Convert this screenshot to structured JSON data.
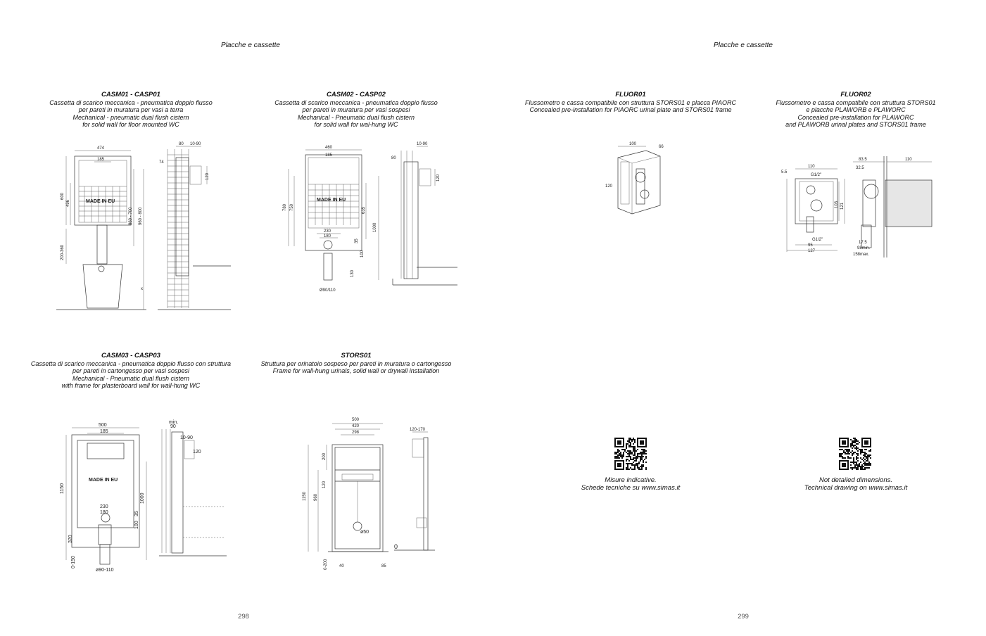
{
  "headers": {
    "left": "Placche e cassette",
    "right": "Placche e cassette"
  },
  "pages": {
    "left": "298",
    "right": "299"
  },
  "products": [
    {
      "code": "CASM01 - CASP01",
      "lines": [
        "Cassetta di scarico meccanica - pneumatica doppio flusso",
        "per pareti in muratura per vasi a terra",
        "Mechanical - pneumatic dual flush cistern",
        "for solid wall for floor mounted WC"
      ]
    },
    {
      "code": "CASM02 - CASP02",
      "lines": [
        "Cassetta di scarico meccanica - pneumatica doppio flusso",
        "per pareti in muratura per vasi sospesi",
        "Mechanical - Pneumatic dual flush cistern",
        "for solid wall for wal-hung WC"
      ]
    },
    {
      "code": "FLUOR01",
      "lines": [
        "Flussometro e cassa compatibile con struttura STORS01 e placca PIAORC",
        "Concealed pre-installation for PIAORC urinal plate and STORS01 frame"
      ]
    },
    {
      "code": "FLUOR02",
      "lines": [
        "Flussometro e cassa compatibile con struttura STORS01",
        "e placche PLAWORB e PLAWORC",
        "Concealed pre-installation for PLAWORC",
        "and PLAWORB urinal plates and STORS01 frame"
      ]
    },
    {
      "code": "CASM03 - CASP03",
      "lines": [
        "Cassetta di scarico meccanica - pneumatica doppio flusso con struttura",
        "per pareti in cartongesso per vasi sospesi",
        "Mechanical - Pneumatic dual flush cistern",
        "with frame for plasterboard wall for wall-hung WC"
      ]
    },
    {
      "code": "STORS01",
      "lines": [
        "Struttura per orinatoio sospeso per pareti in muratura o cartongesso",
        "Frame for wall-hung urinals, solid wall or drywall installation"
      ]
    }
  ],
  "drawings": {
    "casm01": {
      "w": "474",
      "a": "185",
      "h1": "600",
      "h2": "496",
      "h3": "860 - 700",
      "h4": "960 - 800",
      "h5": "200-360",
      "x": "x",
      "s1": "80",
      "s2": "10-90",
      "s3": "74",
      "s4": "120",
      "mark": "MADE IN EU"
    },
    "casm02": {
      "w": "460",
      "a": "185",
      "h1": "780",
      "h2": "750",
      "h3": "635",
      "h4": "1000",
      "b1": "230",
      "b2": "180",
      "b3": "35",
      "b4": "100",
      "b5": "130",
      "d": "Ø90/110",
      "s1": "80",
      "s2": "10-90",
      "s3": "120",
      "mark": "MADE IN EU"
    },
    "fluor01": {
      "w": "100",
      "d": "66",
      "h": "120"
    },
    "fluor02": {
      "a": "110",
      "b": "5.5",
      "c": "G1/2\"",
      "d": "103",
      "e": "121",
      "f": "G1/2\"",
      "g": "95",
      "h": "127",
      "i": "83.5",
      "j": "110",
      "k": "32.5",
      "l": "17.5",
      "m": "98min.",
      "n": "158max."
    },
    "casm03": {
      "w": "500",
      "a": "185",
      "h1": "1150",
      "h2": "1000",
      "b1": "230",
      "b2": "180",
      "b3": "35",
      "b4": "100",
      "b5": "320",
      "b6": "0-150",
      "d": "ø90-110",
      "s0": "min.",
      "s1": "90",
      "s2": "10-90",
      "s3": "120",
      "mark": "MADE IN EU"
    },
    "stors01": {
      "w1": "500",
      "w2": "420",
      "w3": "298",
      "h1": "200",
      "h2": "120",
      "h3": "960",
      "h4": "1150",
      "d": "ø50",
      "b1": "0-200",
      "b2": "40",
      "b3": "85",
      "s1": "120-170",
      "zero": "0"
    }
  },
  "notes": {
    "left": [
      "Misure indicative.",
      "Schede tecniche su www.simas.it"
    ],
    "right": [
      "Not detailed dimensions.",
      "Technical drawing on www.simas.it"
    ]
  }
}
